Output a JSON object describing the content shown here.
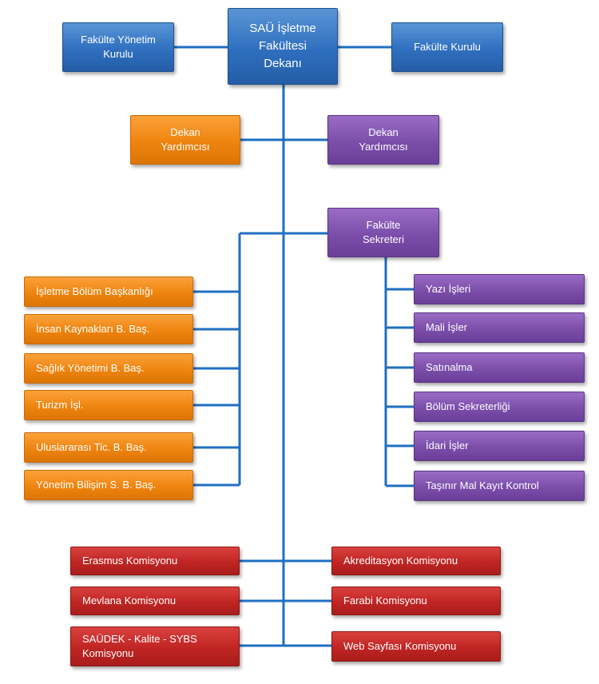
{
  "dean": {
    "line1": "SAÜ İşletme",
    "line2": "Fakültesi",
    "line3": "Dekanı"
  },
  "faculty_board": {
    "line1": "Fakülte Yönetim",
    "line2": "Kurulu"
  },
  "faculty_council": {
    "label": "Fakülte Kurulu"
  },
  "vice_dean_left": {
    "line1": "Dekan",
    "line2": "Yardımcısı"
  },
  "vice_dean_right": {
    "line1": "Dekan",
    "line2": "Yardımcısı"
  },
  "faculty_secretary": {
    "line1": "Fakülte",
    "line2": "Sekreteri"
  },
  "departments": [
    "İşletme Bölüm Başkanlığı",
    "İnsan Kaynakları B. Baş.",
    "Sağlık Yönetimi B. Baş.",
    "Turizm İşl.",
    "Uluslararası Tic. B. Baş.",
    "Yönetim Bilişim S. B. Baş."
  ],
  "secretary_units": [
    "Yazı İşleri",
    "Mali İşler",
    "Satınalma",
    "Bölüm Sekreterliği",
    "İdari İşler",
    "Taşınır Mal Kayıt Kontrol"
  ],
  "commissions_left": [
    {
      "line1": "Erasmus Komisyonu",
      "line2": ""
    },
    {
      "line1": "Mevlana Komisyonu",
      "line2": ""
    },
    {
      "line1": "SAÜDEK - Kalite - SYBS",
      "line2": "Komisyonu"
    }
  ],
  "commissions_right": [
    "Akreditasyon Komisyonu",
    "Farabi Komisyonu",
    "Web Sayfası Komisyonu"
  ],
  "colors": {
    "connector": "#1f6fc2",
    "blue": "#2f6fbf",
    "orange": "#ef840f",
    "purple": "#7b4eaa",
    "red": "#bf2523"
  }
}
